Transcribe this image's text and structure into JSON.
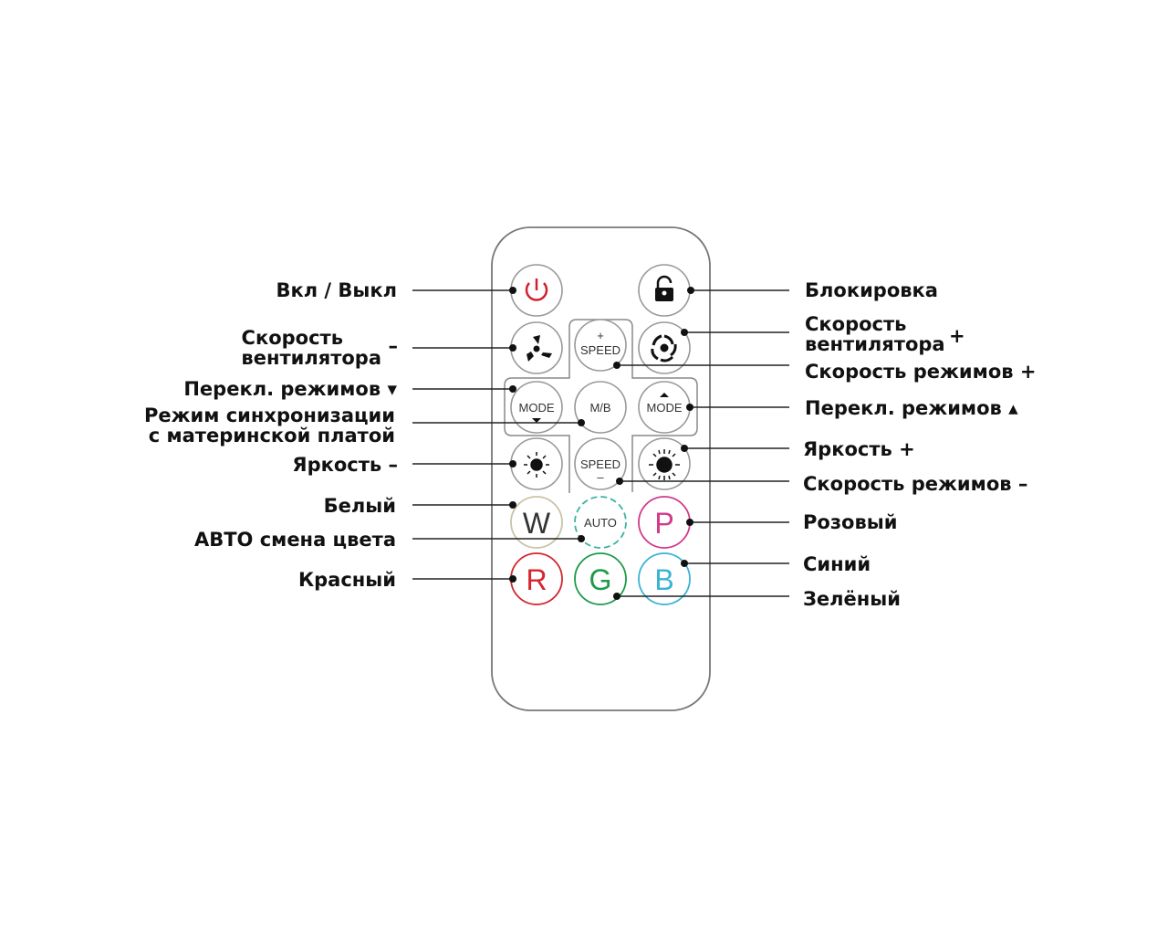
{
  "labels_left": {
    "power": "Вкл / Выкл",
    "fan_minus_1": "Скорость",
    "fan_minus_2": "вентилятора",
    "fan_minus_sign": "–",
    "mode_down": "Перекл. режимов ▾",
    "sync_1": "Режим синхронизации",
    "sync_2": "с материнской платой",
    "brightness_minus": "Яркость –",
    "white": "Белый",
    "auto": "АВТО смена цвета",
    "red": "Красный"
  },
  "labels_right": {
    "lock": "Блокировка",
    "fan_plus_1": "Скорость",
    "fan_plus_2": "вентилятора",
    "fan_plus_sign": "+",
    "speed_plus": "Скорость режимов +",
    "mode_up": "Перекл. режимов ▴",
    "brightness_plus": "Яркость +",
    "speed_minus": "Скорость режимов –",
    "pink": "Розовый",
    "blue": "Синий",
    "green": "Зелёный"
  },
  "buttons": {
    "speed": "SPEED",
    "plus": "+",
    "minus": "–",
    "mode": "MODE",
    "mb": "M/B",
    "w": "W",
    "auto": "AUTO",
    "p": "P",
    "r": "R",
    "g": "G",
    "b": "B"
  },
  "colors": {
    "power": "#d0202e",
    "red": "#d3262e",
    "green": "#1e9a4a",
    "blue": "#3bb3d6",
    "pink": "#d23a8a",
    "white_ring": "#c9c3a8"
  }
}
